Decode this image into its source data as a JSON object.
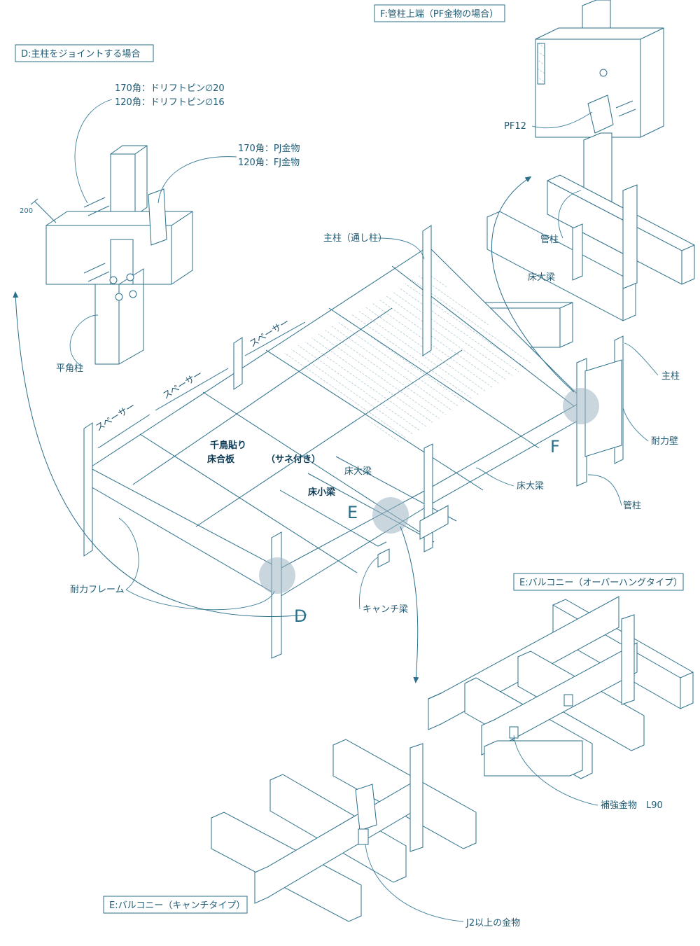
{
  "colors": {
    "line": "#2a6f8a",
    "leader": "#3d7f9a",
    "text": "#1f5a73",
    "highlight": "#9fb4c2"
  },
  "detail_boxes": {
    "D": "D:主柱をジョイントする場合",
    "F": "F:管柱上端（PF金物の場合）",
    "E_overhang": "E:バルコニー（オーバーハングタイプ）",
    "E_cantilever": "E:バルコニー（キャンチタイプ）"
  },
  "callouts_D": {
    "drift_pin_170": "170角：ドリフトピン∅20",
    "drift_pin_120": "120角：ドリフトピン∅16",
    "pj_170": "170角：PJ金物",
    "fj_120": "120角：FJ金物",
    "dimension": "200",
    "flat_column": "平角柱"
  },
  "callouts_F": {
    "pf12": "PF12",
    "kudabashira": "管柱",
    "yuka_oohari": "床大梁"
  },
  "callouts_main": {
    "main_column_through": "主柱（通し柱）",
    "main_column": "主柱",
    "bearing_wall": "耐力壁",
    "floor_beam": "床大梁",
    "kudabashira": "管柱",
    "spacer": "スペーサー",
    "plywood_line1": "千鳥貼り",
    "plywood_line2": "床合板",
    "tongue_groove": "（サネ付き）",
    "floor_beam_inner": "床大梁",
    "floor_joist": "床小梁",
    "bearing_frame": "耐力フレーム",
    "cantilever_beam": "キャンチ梁"
  },
  "markers": {
    "D": "D",
    "E": "E",
    "F": "F"
  },
  "callouts_E": {
    "l90": "補強金物　L90",
    "j2": "J2以上の金物"
  }
}
